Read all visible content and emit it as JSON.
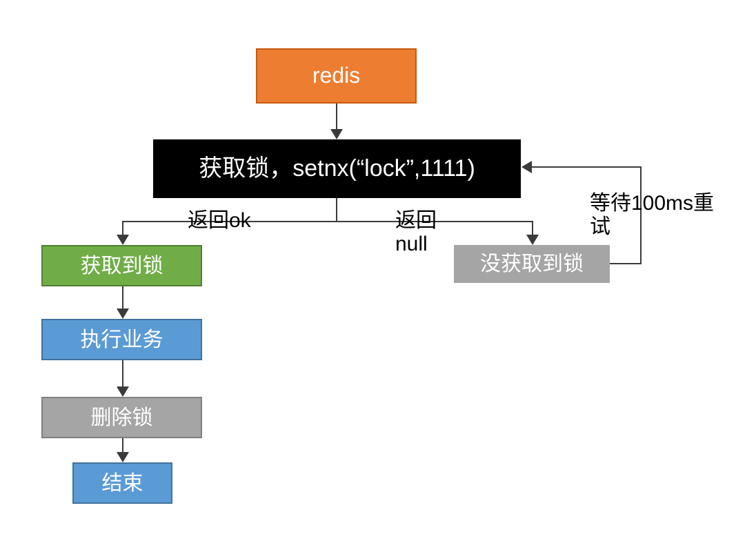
{
  "diagram": {
    "title": "redis distributed lock flow",
    "nodes": {
      "redis": {
        "label": "redis",
        "color": "#ED7D31"
      },
      "acquire_lock": {
        "label": "获取锁，setnx(“lock”,1111)",
        "color": "#000000"
      },
      "got_lock": {
        "label": "获取到锁",
        "color": "#70AD47"
      },
      "run_business": {
        "label": "执行业务",
        "color": "#5B9BD5"
      },
      "delete_lock": {
        "label": "删除锁",
        "color": "#A5A5A5"
      },
      "end": {
        "label": "结束",
        "color": "#5B9BD5"
      },
      "no_lock": {
        "label": "没获取到锁",
        "color": "#A5A5A5"
      }
    },
    "edge_labels": {
      "return_ok": "返回ok",
      "return_null": "返回\nnull",
      "retry": "等待100ms重\n试"
    }
  }
}
